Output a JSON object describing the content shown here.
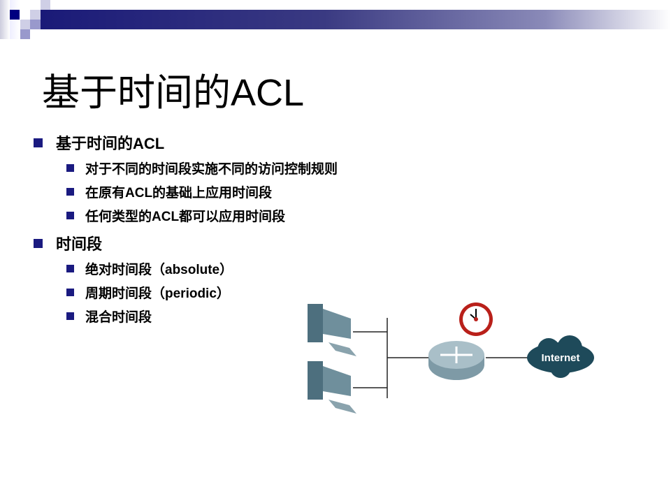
{
  "title": "基于时间的ACL",
  "bullets": [
    {
      "text": "基于时间的ACL",
      "children": [
        "对于不同的时间段实施不同的访问控制规则",
        "在原有ACL的基础上应用时间段",
        "任何类型的ACL都可以应用时间段"
      ]
    },
    {
      "text": "时间段",
      "children": [
        "绝对时间段（absolute）",
        "周期时间段（periodic）",
        "混合时间段"
      ]
    }
  ],
  "diagram": {
    "cloud_label": "Internet"
  },
  "colors": {
    "accent": "#1a1a80",
    "device": "#1e4a5a"
  }
}
